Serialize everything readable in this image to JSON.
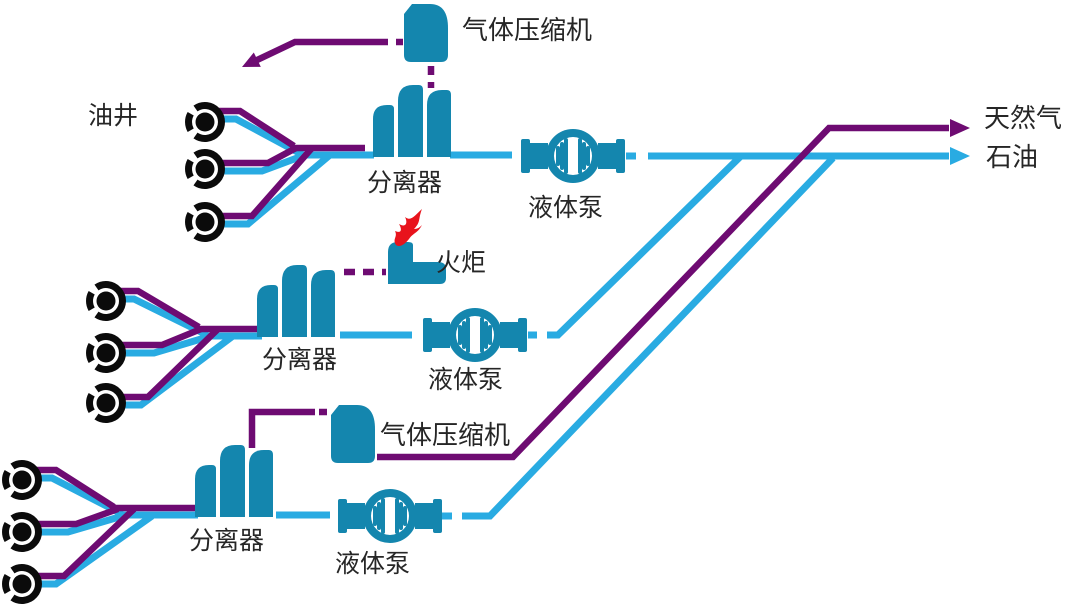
{
  "diagram_title": "oil-gas-gathering-process",
  "colors": {
    "gas_line": "#6e0b72",
    "oil_line": "#29abe2",
    "equipment": "#1486ae",
    "well": "#0b0b0b",
    "flame": "#e8131c",
    "text": "#262626",
    "background": "#ffffff"
  },
  "labels": {
    "oil_wells": "油井"
  },
  "outputs": {
    "natural_gas": "天然气",
    "oil": "石油"
  },
  "trains": [
    {
      "id": 1,
      "wells": 3,
      "separator_label": "分离器",
      "pump_label": "液体泵",
      "compressor_label": "气体压缩机"
    },
    {
      "id": 2,
      "wells": 3,
      "separator_label": "分离器",
      "pump_label": "液体泵",
      "flare_label": "火炬"
    },
    {
      "id": 3,
      "wells": 3,
      "separator_label": "分离器",
      "pump_label": "液体泵",
      "compressor_label": "气体压缩机"
    }
  ]
}
